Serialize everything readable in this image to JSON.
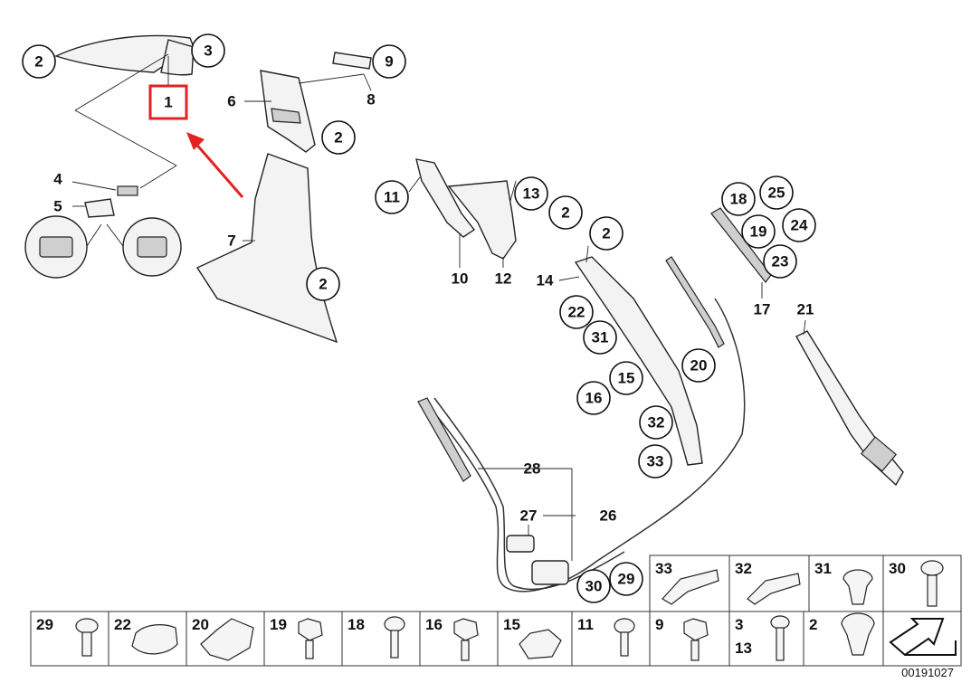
{
  "diagram": {
    "doc_number": "00191027",
    "highlight_label": "1",
    "callouts": [
      {
        "id": "c2a",
        "label": "2"
      },
      {
        "id": "c3",
        "label": "3"
      },
      {
        "id": "c9",
        "label": "9"
      },
      {
        "id": "c2b",
        "label": "2"
      },
      {
        "id": "c11",
        "label": "11"
      },
      {
        "id": "c13",
        "label": "13"
      },
      {
        "id": "c2c",
        "label": "2"
      },
      {
        "id": "c2d",
        "label": "2"
      },
      {
        "id": "c18",
        "label": "18"
      },
      {
        "id": "c25",
        "label": "25"
      },
      {
        "id": "c19",
        "label": "19"
      },
      {
        "id": "c24",
        "label": "24"
      },
      {
        "id": "c23",
        "label": "23"
      },
      {
        "id": "c2e",
        "label": "2"
      },
      {
        "id": "c22",
        "label": "22"
      },
      {
        "id": "c31",
        "label": "31"
      },
      {
        "id": "c20",
        "label": "20"
      },
      {
        "id": "c15",
        "label": "15"
      },
      {
        "id": "c16",
        "label": "16"
      },
      {
        "id": "c32",
        "label": "32"
      },
      {
        "id": "c33",
        "label": "33"
      },
      {
        "id": "c30",
        "label": "30"
      },
      {
        "id": "c29",
        "label": "29"
      }
    ],
    "labels": [
      {
        "id": "l6",
        "label": "6"
      },
      {
        "id": "l8",
        "label": "8"
      },
      {
        "id": "l4",
        "label": "4"
      },
      {
        "id": "l5",
        "label": "5"
      },
      {
        "id": "l7",
        "label": "7"
      },
      {
        "id": "l10",
        "label": "10"
      },
      {
        "id": "l12",
        "label": "12"
      },
      {
        "id": "l14",
        "label": "14"
      },
      {
        "id": "l17",
        "label": "17"
      },
      {
        "id": "l21",
        "label": "21"
      },
      {
        "id": "l28",
        "label": "28"
      },
      {
        "id": "l27",
        "label": "27"
      },
      {
        "id": "l26",
        "label": "26"
      }
    ],
    "hardware_top_row": [
      "33",
      "32",
      "31",
      "30"
    ],
    "hardware_bottom_row": [
      "29",
      "22",
      "20",
      "19",
      "18",
      "16",
      "15",
      "11",
      "9",
      "3",
      "2"
    ],
    "hardware_extra_label": "13"
  }
}
